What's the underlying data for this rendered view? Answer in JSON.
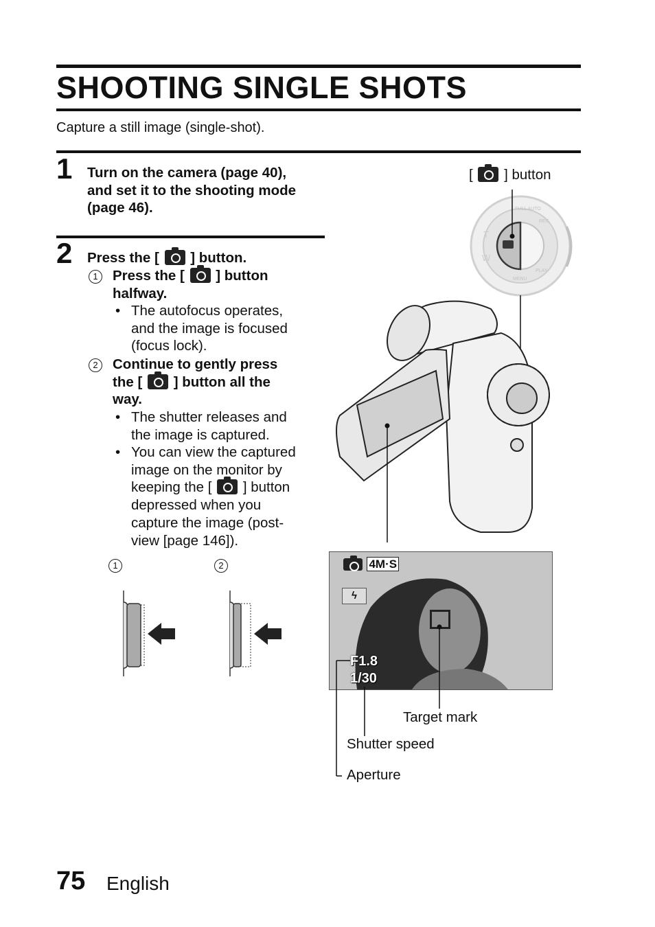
{
  "title": "SHOOTING SINGLE SHOTS",
  "subtitle": "Capture a still image (single-shot).",
  "step1": {
    "number": "1",
    "line1": "Turn on the camera (page 40),",
    "line2": "and set it to the shooting mode",
    "line3": "(page 46)."
  },
  "step2": {
    "number": "2",
    "intro_a": "Press the [",
    "intro_b": "] button.",
    "sub1": {
      "marker": "1",
      "line1_a": "Press the [",
      "line1_b": "] button",
      "line2": "halfway.",
      "bullet1": [
        "The autofocus operates,",
        "and the image is focused",
        "(focus lock)."
      ]
    },
    "sub2": {
      "marker": "2",
      "line1": "Continue to gently press",
      "line2_a": "the [",
      "line2_b": "] button all the",
      "line3": "way.",
      "bullet1": [
        "The shutter releases and",
        "the image is captured."
      ],
      "bullet2_lines": [
        "You can view the captured",
        "image on the monitor by"
      ],
      "bullet2_keep_a": "keeping the [",
      "bullet2_keep_b": "] button",
      "bullet2_rest": [
        "depressed when you",
        "capture the image (post-",
        "view [page 146])."
      ]
    }
  },
  "bullet_symbol": "•",
  "diagram_markers": [
    "1",
    "2"
  ],
  "labels": {
    "button_a": "[",
    "button_b": "] button",
    "target_mark": "Target mark",
    "shutter_speed": "Shutter speed",
    "aperture": "Aperture"
  },
  "screen_overlay": {
    "mode": "4M·S",
    "aperture_value": "F1.8",
    "shutter_value": "1/30",
    "flash_symbol": "ϟ"
  },
  "dial_labels": [
    "FULL AUTO",
    "REC",
    "PLAY",
    "MENU",
    "T",
    "W"
  ],
  "footer": {
    "page_number": "75",
    "language": "English"
  }
}
